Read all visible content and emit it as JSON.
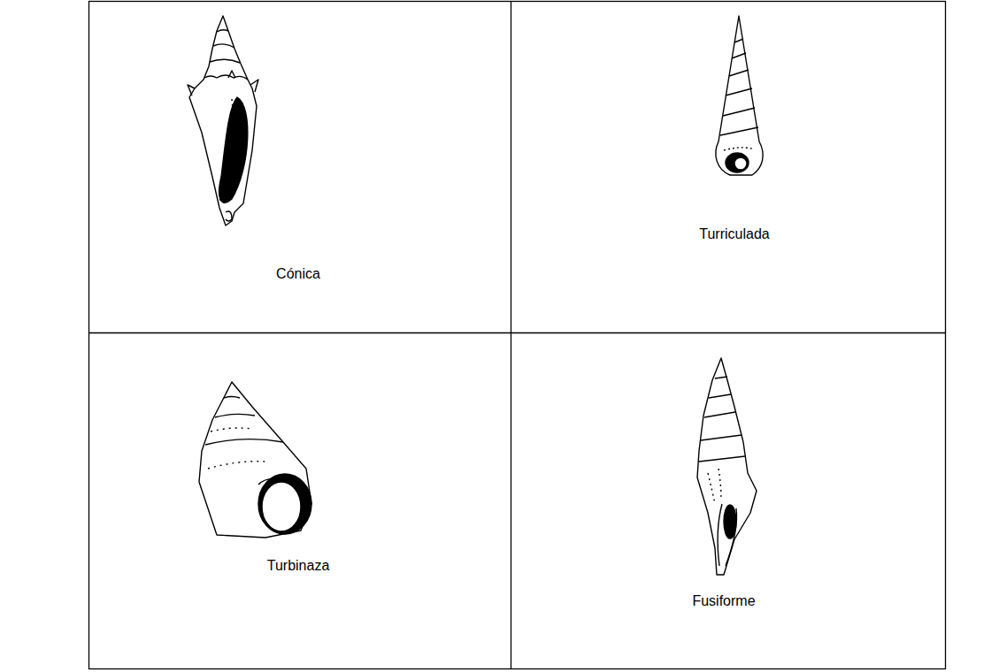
{
  "diagram": {
    "labels": [
      "Cónica",
      "Turriculada",
      "Turbinaza",
      "Fusiforme"
    ]
  }
}
